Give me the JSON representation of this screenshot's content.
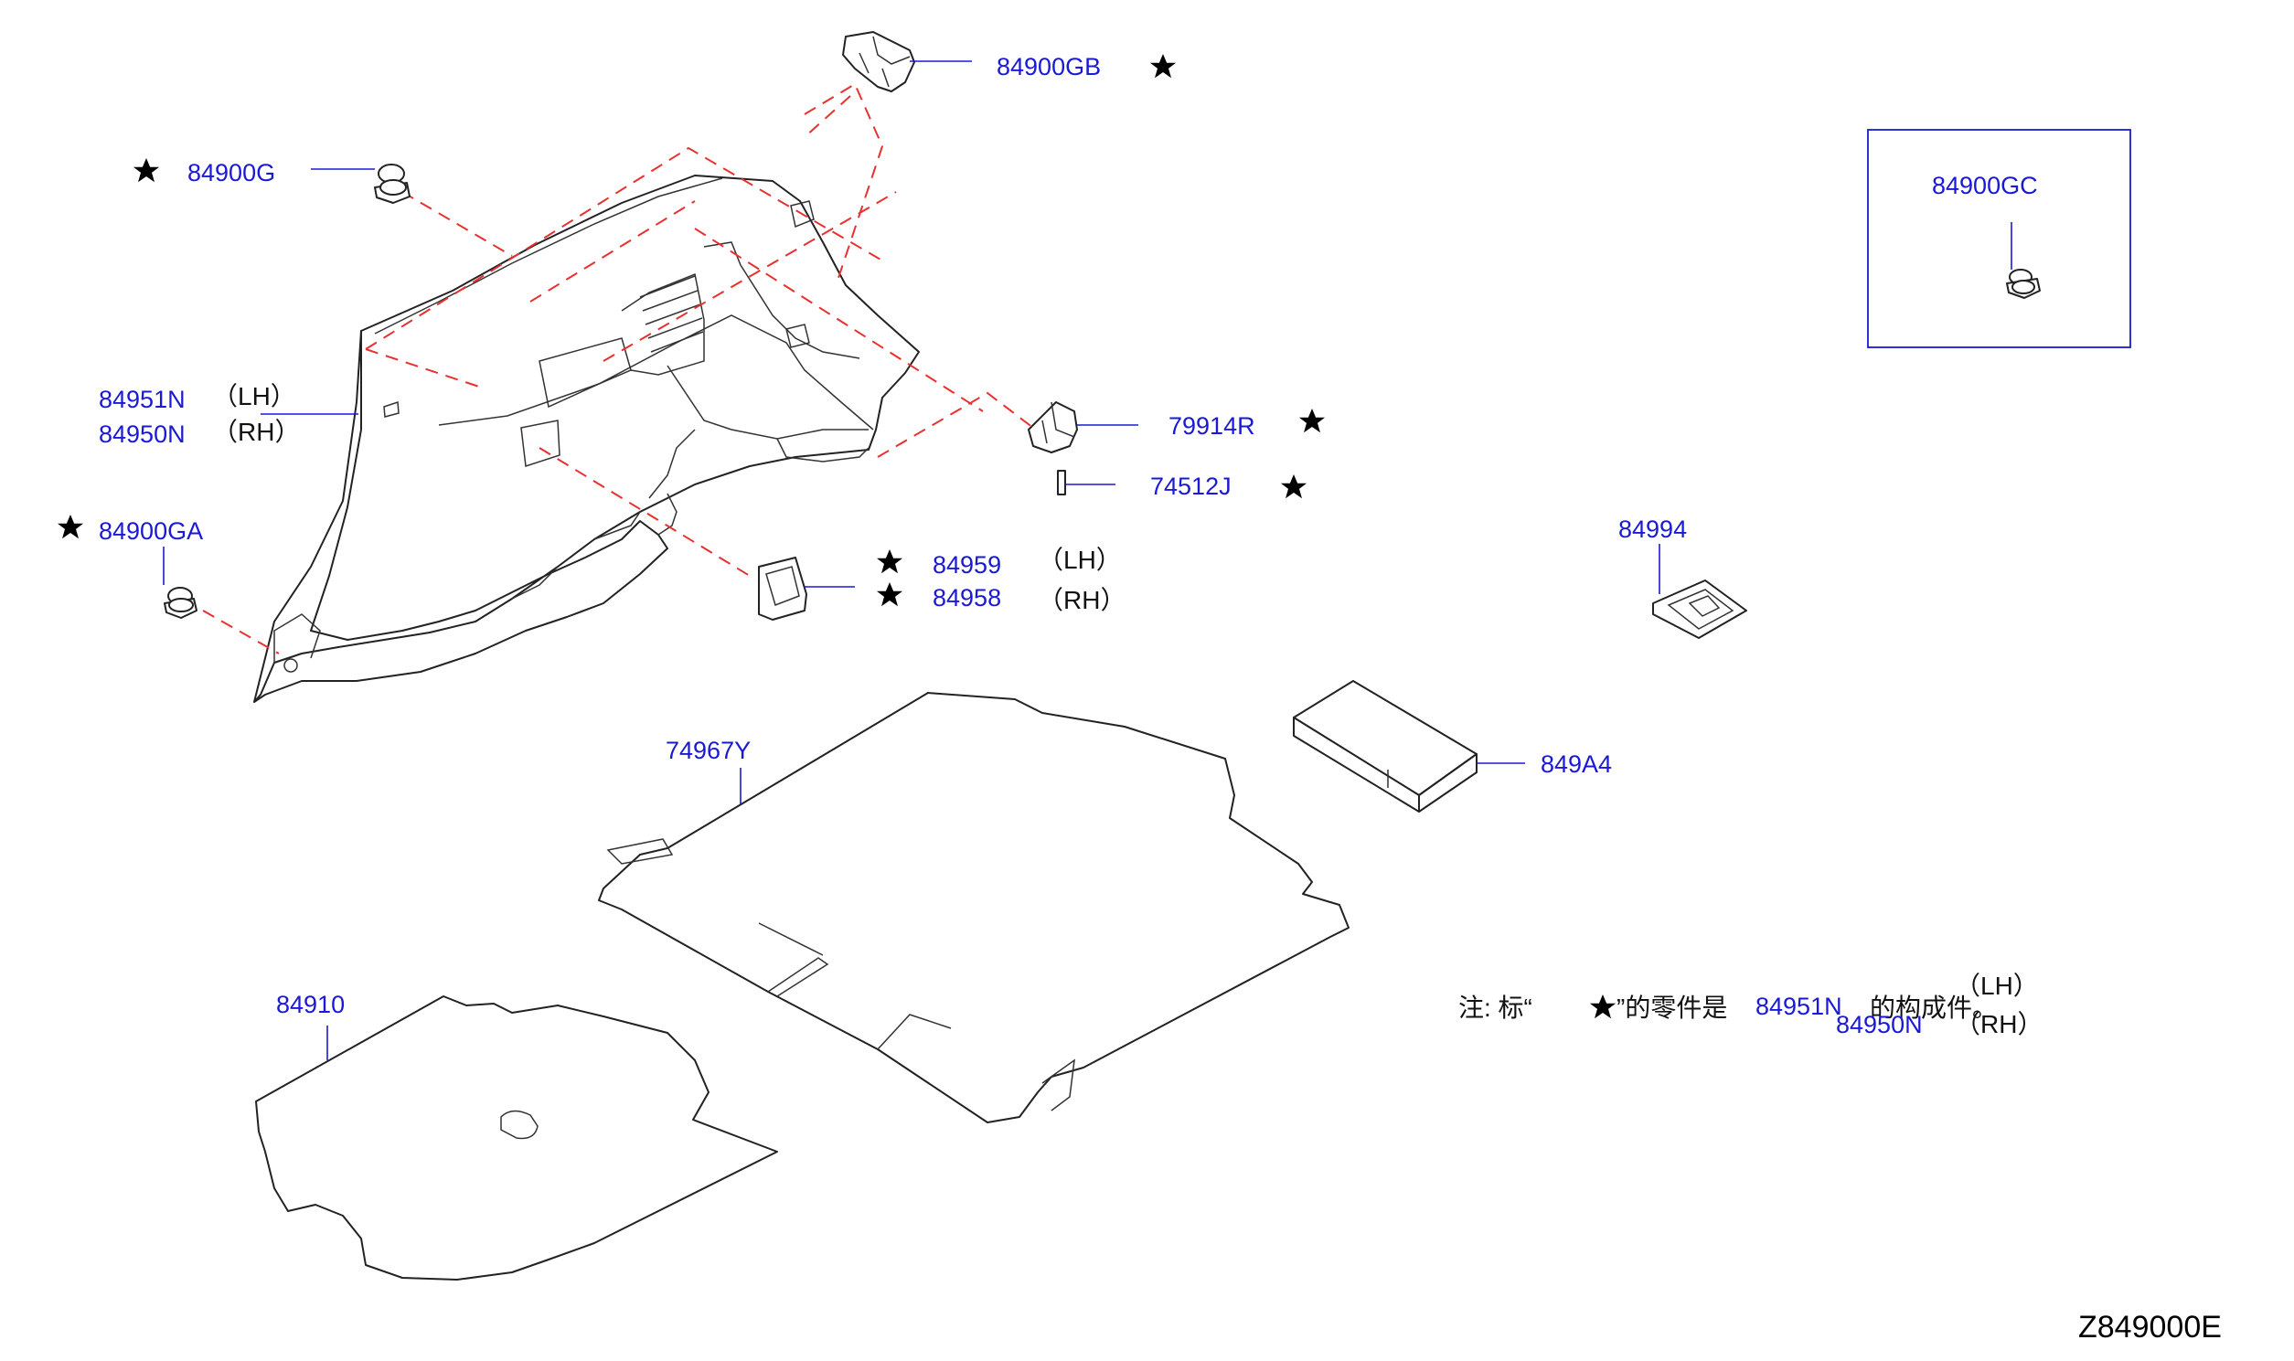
{
  "diagram_code": "Z849000E",
  "callouts": {
    "p84900GB": "84900GB",
    "p84900G": "84900G",
    "p84951N": "84951N",
    "p84950N": "84950N",
    "p84900GA": "84900GA",
    "p79914R": "79914R",
    "p74512J": "74512J",
    "p84959": "84959",
    "p84958": "84958",
    "p84900GC": "84900GC",
    "p84994": "84994",
    "p849A4": "849A4",
    "p74967Y": "74967Y",
    "p84910": "84910"
  },
  "sides": {
    "lh": "（LH）",
    "rh": "（RH）"
  },
  "note": {
    "prefix": "注:  标“",
    "suffix": "”的零件是",
    "part_lh": "84951N",
    "part_rh": "84950N",
    "tail": "的构成件。",
    "lh": "（LH）",
    "rh": "（RH）"
  },
  "icons": {
    "marker": "star-icon",
    "clip": "clip-icon",
    "trim": "side-trim-panel-icon",
    "mat": "floor-mat-icon"
  }
}
